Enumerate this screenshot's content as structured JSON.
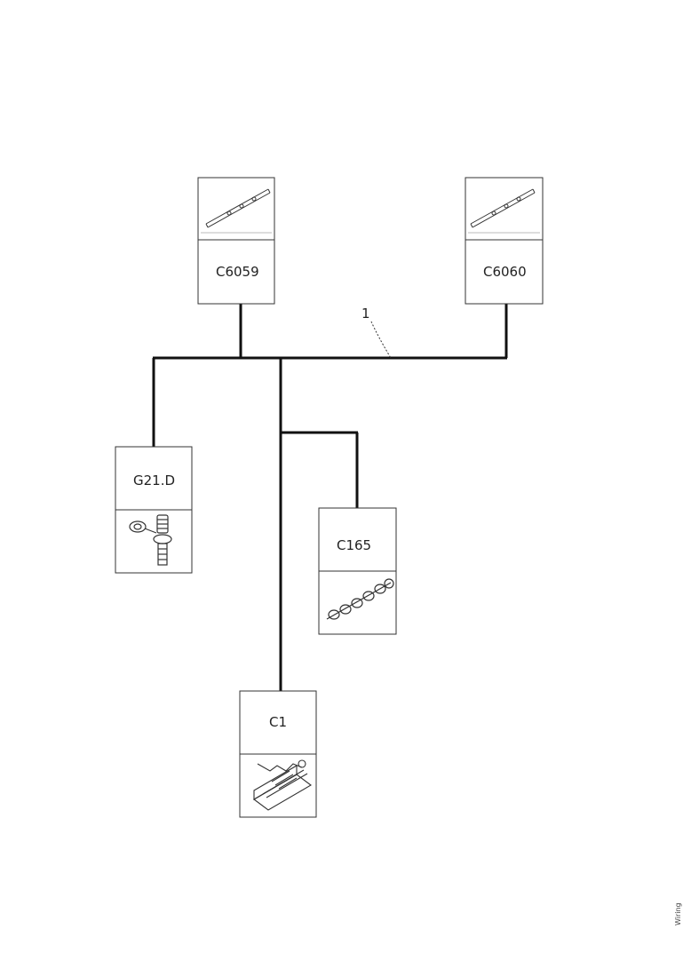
{
  "diagram": {
    "callout": "1",
    "reference_code": "Wiring",
    "connectors": [
      {
        "id": "C6059",
        "label": "C6059",
        "icon": "connector-rail-icon"
      },
      {
        "id": "C6060",
        "label": "C6060",
        "icon": "connector-rail-icon"
      },
      {
        "id": "G21D",
        "label": "G21.D",
        "icon": "ground-stud-icon"
      },
      {
        "id": "C165",
        "label": "C165",
        "icon": "connector-chain-icon"
      },
      {
        "id": "C1",
        "label": "C1",
        "icon": "connector-block-icon"
      }
    ]
  }
}
